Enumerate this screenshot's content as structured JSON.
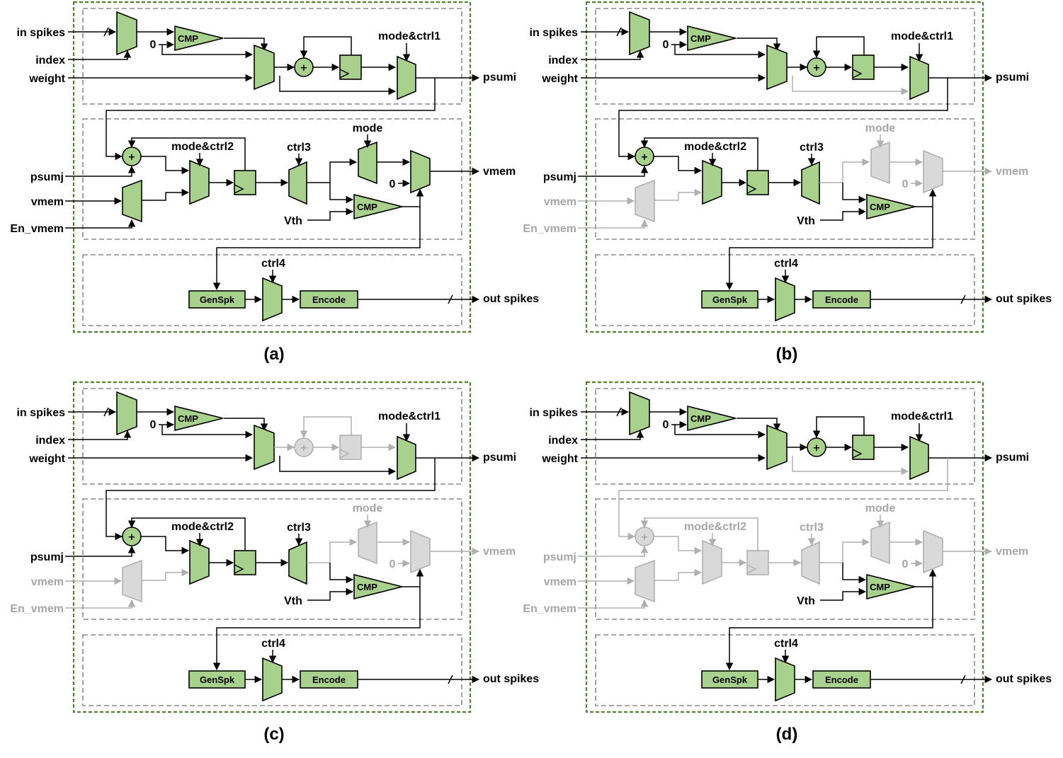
{
  "colors": {
    "active_fill": "#a9d18e",
    "active_stroke": "#000000",
    "inactive_fill": "#d9d9d9",
    "inactive_stroke": "#b0b0b0",
    "outer_border": "#548235",
    "region_border": "#8c8c8c"
  },
  "labels": {
    "in_spikes": "in spikes",
    "index": "index",
    "weight": "weight",
    "zero": "0",
    "cmp": "CMP",
    "plus": "+",
    "mode_ctrl1": "mode&ctrl1",
    "psumi": "psumi",
    "psumj": "psumj",
    "vmem": "vmem",
    "en_vmem": "En_vmem",
    "mode_ctrl2": "mode&ctrl2",
    "ctrl3": "ctrl3",
    "mode": "mode",
    "vth": "Vth",
    "ctrl4": "ctrl4",
    "genspk": "GenSpk",
    "encode": "Encode",
    "out_spikes": "out spikes"
  },
  "panels": [
    {
      "caption": "(a)",
      "inactive": []
    },
    {
      "caption": "(b)",
      "inactive": [
        "vmem_in",
        "acc_bypass",
        "out_path"
      ]
    },
    {
      "caption": "(c)",
      "inactive": [
        "vmem_in",
        "acc_loop",
        "out_path"
      ]
    },
    {
      "caption": "(d)",
      "inactive": [
        "vmem_in",
        "acc_bypass",
        "integ",
        "out_path"
      ]
    }
  ]
}
